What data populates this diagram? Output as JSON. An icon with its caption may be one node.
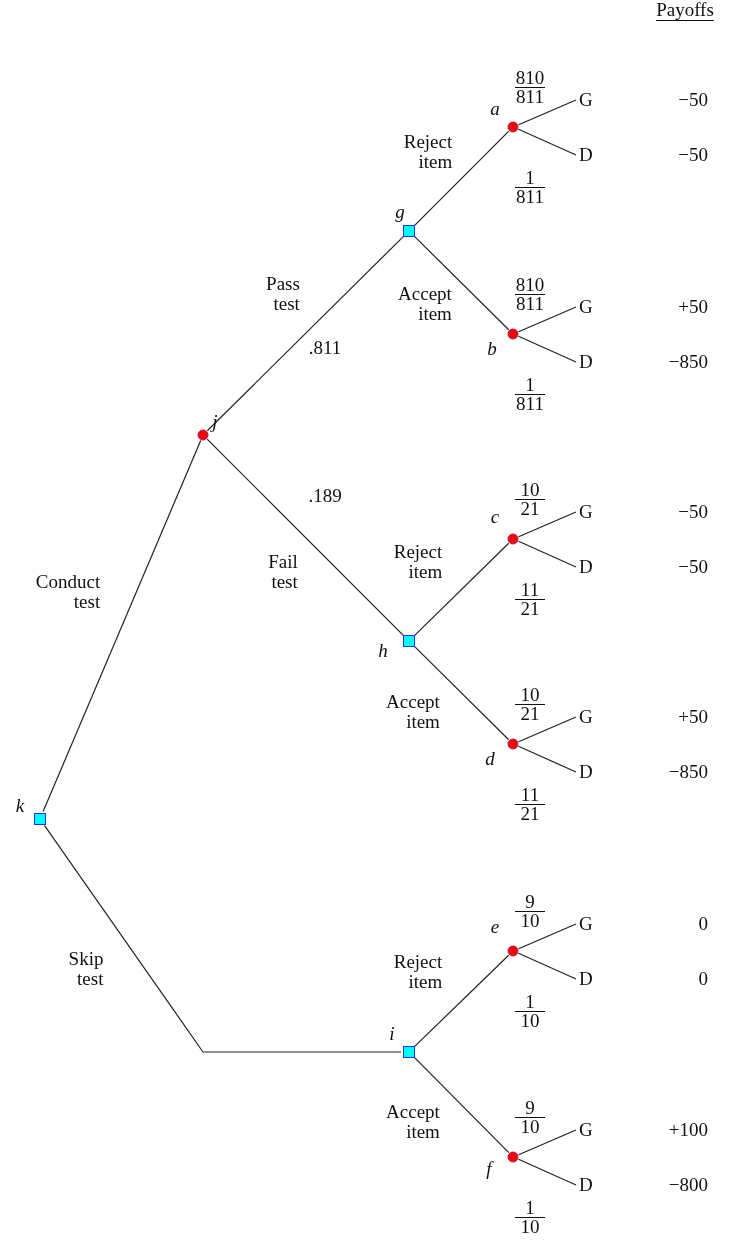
{
  "diagram": {
    "nodes": [
      {
        "text": [],
        "shape": "box",
        "beside": [
          "k"
        ]
      },
      {
        "text": [],
        "shape": "circle",
        "beside": [
          "j"
        ]
      },
      {
        "text": [],
        "shape": "box",
        "beside": [
          "g"
        ]
      },
      {
        "text": [],
        "shape": "box",
        "beside": [
          "h"
        ]
      },
      {
        "text": [],
        "shape": "box",
        "beside": [
          "i"
        ]
      },
      {
        "text": [],
        "shape": "circle",
        "beside": [
          "a"
        ]
      },
      {
        "text": [],
        "shape": "circle",
        "beside": [
          "b"
        ]
      },
      {
        "text": [],
        "shape": "circle",
        "beside": [
          "c"
        ]
      },
      {
        "text": [],
        "shape": "circle",
        "beside": [
          "d"
        ]
      },
      {
        "text": [],
        "shape": "circle",
        "beside": [
          "e"
        ]
      },
      {
        "text": [],
        "shape": "circle",
        "beside": [
          "f"
        ]
      },
      {
        "text": [
          "G"
        ]
      },
      {
        "text": [
          "D"
        ]
      },
      {
        "text": [
          "G"
        ]
      },
      {
        "text": [
          "D"
        ]
      },
      {
        "text": [
          "G"
        ]
      },
      {
        "text": [
          "D"
        ]
      },
      {
        "text": [
          "G"
        ]
      },
      {
        "text": [
          "D"
        ]
      },
      {
        "text": [
          "G"
        ]
      },
      {
        "text": [
          "D"
        ]
      },
      {
        "text": [
          "G"
        ]
      },
      {
        "text": [
          "D"
        ]
      }
    ],
    "edges": [
      {
        "from": 0,
        "to": 1,
        "arrow": "none",
        "label": "Conduct test"
      },
      {
        "from": 0,
        "to": 4,
        "arrow": "none",
        "label": "Skip test"
      },
      {
        "from": 1,
        "to": 2,
        "arrow": "none",
        "label": "Pass test"
      },
      {
        "from": 1,
        "to": 3,
        "arrow": "none",
        "label": "Fail test"
      },
      {
        "from": 2,
        "to": 5,
        "arrow": "none",
        "label": "Reject item"
      },
      {
        "from": 2,
        "to": 6,
        "arrow": "none",
        "label": "Accept item"
      },
      {
        "from": 3,
        "to": 7,
        "arrow": "none",
        "label": "Reject item"
      },
      {
        "from": 3,
        "to": 8,
        "arrow": "none",
        "label": "Accept item"
      },
      {
        "from": 4,
        "to": 9,
        "arrow": "none",
        "label": "Reject item"
      },
      {
        "from": 4,
        "to": 10,
        "arrow": "none",
        "label": "Accept item"
      },
      {
        "from": 5,
        "to": 11,
        "arrow": "none"
      },
      {
        "from": 5,
        "to": 12,
        "arrow": "none"
      },
      {
        "from": 6,
        "to": 13,
        "arrow": "none"
      },
      {
        "from": 6,
        "to": 14,
        "arrow": "none"
      },
      {
        "from": 7,
        "to": 15,
        "arrow": "none"
      },
      {
        "from": 7,
        "to": 16,
        "arrow": "none"
      },
      {
        "from": 8,
        "to": 17,
        "arrow": "none"
      },
      {
        "from": 8,
        "to": 18,
        "arrow": "none"
      },
      {
        "from": 9,
        "to": 19,
        "arrow": "none"
      },
      {
        "from": 9,
        "to": 20,
        "arrow": "none"
      },
      {
        "from": 10,
        "to": 21,
        "arrow": "none"
      },
      {
        "from": 10,
        "to": 22,
        "arrow": "none"
      }
    ],
    "labels": [
      "Payoffs",
      "810",
      "811",
      "−50",
      "−50",
      "1",
      "811",
      "810",
      "811",
      "+50",
      ".811",
      "−850",
      "1",
      "811",
      ".189",
      "10",
      "21",
      "−50",
      "−50",
      "11",
      "21",
      "10",
      "21",
      "+50",
      "−850",
      "11",
      "21",
      "9",
      "10",
      "0",
      "0",
      "1",
      "10",
      "9",
      "10",
      "+100",
      "−800",
      "1",
      "10"
    ]
  }
}
